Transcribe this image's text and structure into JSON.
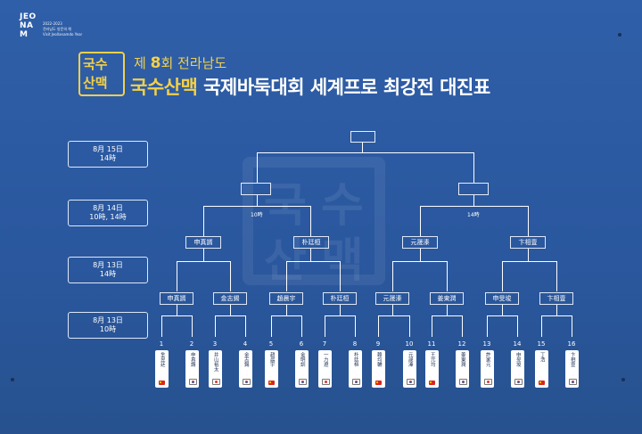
{
  "logo": {
    "mark": [
      "JEO",
      "NA",
      "M"
    ],
    "year": "2022-2023",
    "name_ko": "전라남도 방문의 해",
    "name_en": "Visit Jeollanamdo Year"
  },
  "title": {
    "emblem_line1": "국수",
    "emblem_line2": "산맥",
    "edition_prefix": "제",
    "edition_number": "8",
    "edition_suffix": "회 전라남도",
    "line2_yellow": "국수산맥",
    "line2_white": "국제바둑대회 세계프로 최강전 대진표"
  },
  "rounds": [
    {
      "date": "8月 15日",
      "time": "14時"
    },
    {
      "date": "8月 14日",
      "time": "10時, 14時"
    },
    {
      "date": "8月 13日",
      "time": "14時"
    },
    {
      "date": "8月 13日",
      "time": "10時"
    }
  ],
  "time_labels": {
    "left": "10時",
    "right": "14時"
  },
  "semifinal": [
    "申真諝",
    "朴廷桓",
    "元晟溱",
    "卞相壹"
  ],
  "quarterfinal": [
    "申真諝",
    "金志錫",
    "趙晨宇",
    "朴廷桓",
    "元晟溱",
    "姜東潤",
    "申旻埈",
    "卞相壹"
  ],
  "players": [
    {
      "seed": "1",
      "name": "芈昱廷",
      "flag": "cn"
    },
    {
      "seed": "2",
      "name": "申真諝",
      "flag": "kr"
    },
    {
      "seed": "3",
      "name": "井山裕太",
      "flag": "jp"
    },
    {
      "seed": "4",
      "name": "金志錫",
      "flag": "kr"
    },
    {
      "seed": "5",
      "name": "趙晨宇",
      "flag": "cn"
    },
    {
      "seed": "6",
      "name": "金明訓",
      "flag": "kr"
    },
    {
      "seed": "7",
      "name": "一力遼",
      "flag": "jp"
    },
    {
      "seed": "8",
      "name": "朴廷桓",
      "flag": "kr"
    },
    {
      "seed": "9",
      "name": "賴均輔",
      "flag": "cn"
    },
    {
      "seed": "10",
      "name": "元晟溱",
      "flag": "kr"
    },
    {
      "seed": "11",
      "name": "王元均",
      "flag": "cn"
    },
    {
      "seed": "12",
      "name": "姜東潤",
      "flag": "kr"
    },
    {
      "seed": "13",
      "name": "許家元",
      "flag": "jp"
    },
    {
      "seed": "14",
      "name": "申旻埈",
      "flag": "kr"
    },
    {
      "seed": "15",
      "name": "丁浩",
      "flag": "cn"
    },
    {
      "seed": "16",
      "name": "卞相壹",
      "flag": "kr"
    }
  ],
  "watermark": [
    "국",
    "수",
    "산",
    "맥"
  ]
}
